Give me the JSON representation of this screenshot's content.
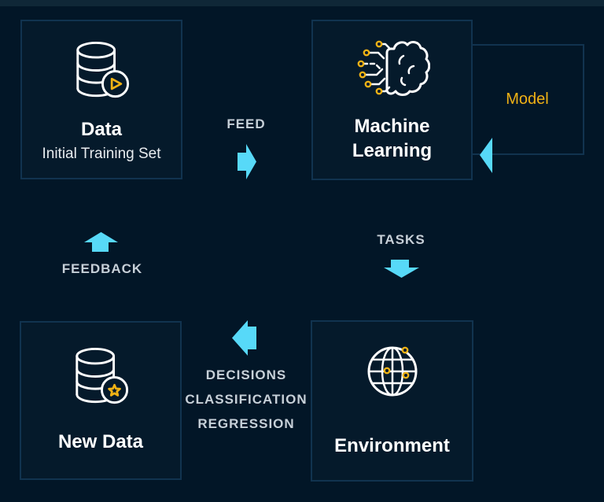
{
  "palette": {
    "background": "#021627",
    "panel_fill": "#051a2b",
    "panel_border": "#11334f",
    "accent_cyan": "#57d9f8",
    "accent_yellow": "#f0b215",
    "label_color": "#c7d0d8",
    "title_color": "#ffffff",
    "subtitle_color": "#e8ecef",
    "bottom_strip": "#0f2737"
  },
  "nodes": {
    "data": {
      "title": "Data",
      "subtitle": "Initial Training Set",
      "icon": "database-play-icon"
    },
    "machine_learning": {
      "title": "Machine Learning",
      "icon": "brain-circuit-icon"
    },
    "model": {
      "label": "Model"
    },
    "environment": {
      "title": "Environment",
      "icon": "globe-icon"
    },
    "new_data": {
      "title": "New Data",
      "icon": "database-star-icon"
    }
  },
  "edges": {
    "feed": {
      "label": "FEED",
      "direction": "right"
    },
    "tasks": {
      "label": "TASKS",
      "direction": "down"
    },
    "decisions": {
      "labels": [
        "DECISIONS",
        "CLASSIFICATION",
        "REGRESSION"
      ],
      "direction": "left"
    },
    "feedback": {
      "label": "FEEDBACK",
      "direction": "up"
    },
    "model_return": {
      "direction": "left-into-machine-learning"
    }
  }
}
